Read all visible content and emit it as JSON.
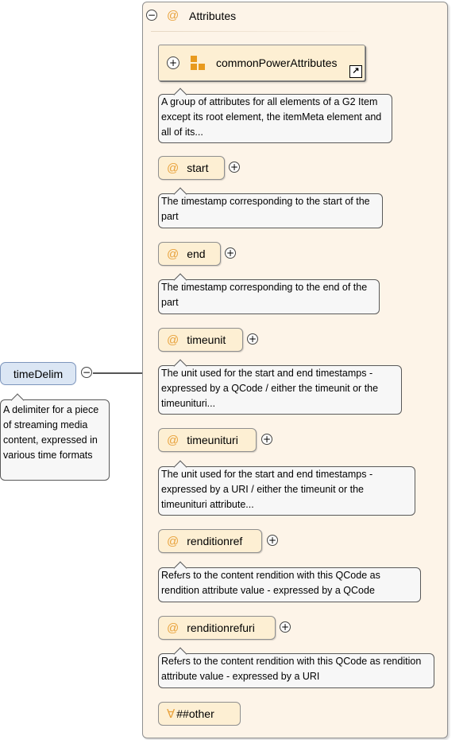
{
  "root": {
    "name": "timeDelim",
    "description": "A delimiter for a piece of streaming media content, expressed in various time formats"
  },
  "attributes_group": {
    "title": "Attributes",
    "at_symbol": "@",
    "collapse_symbol": "−",
    "expand_symbol": "+"
  },
  "attribute_group_ref": {
    "name": "commonPowerAttributes",
    "description": "A group of attributes for all elements of a G2 Item except its root element, the itemMeta element and all of its..."
  },
  "attributes": [
    {
      "name": "start",
      "description": "The timestamp corresponding to the start of the part"
    },
    {
      "name": "end",
      "description": "The timestamp corresponding to the end of the part"
    },
    {
      "name": "timeunit",
      "description": "The unit used for the start and end timestamps - expressed by a QCode / either the timeunit or the timeunituri..."
    },
    {
      "name": "timeunituri",
      "description": "The unit used for the start and end timestamps - expressed by a URI / either the timeunit or the timeunituri attribute..."
    },
    {
      "name": "renditionref",
      "description": "Refers to the content rendition with this QCode as rendition attribute value - expressed by a QCode"
    },
    {
      "name": "renditionrefuri",
      "description": "Refers to the content rendition with this QCode as rendition attribute value - expressed by a URI"
    }
  ],
  "any_attribute": {
    "symbol": "∀",
    "label": "##other"
  }
}
